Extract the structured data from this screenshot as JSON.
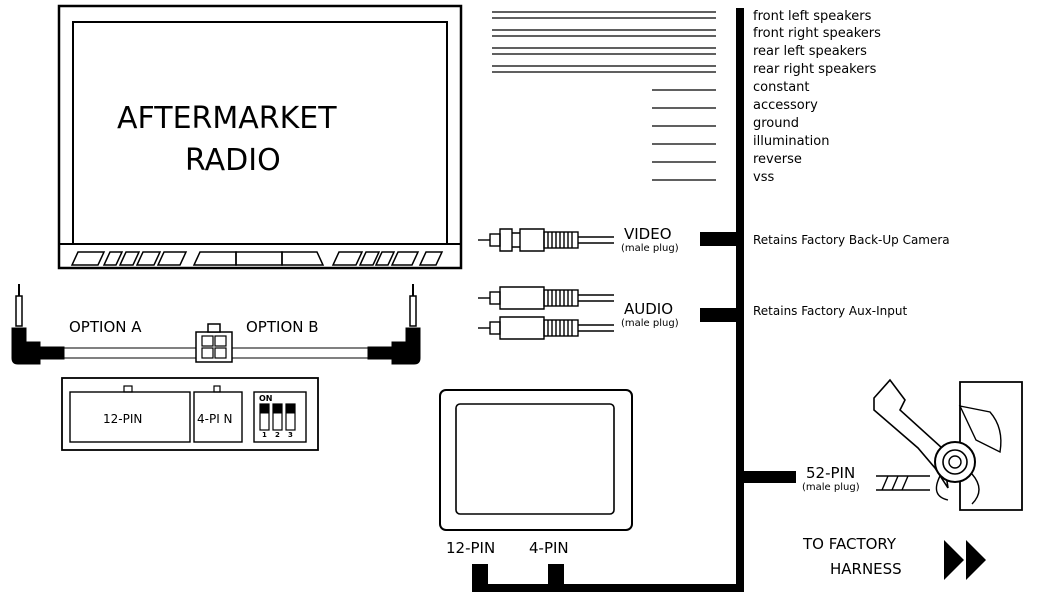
{
  "radio": {
    "line1": "AFTERMARKET",
    "line2": "RADIO"
  },
  "wire_labels": [
    "front left speakers",
    "front right speakers",
    "rear left speakers",
    "rear right speakers",
    "constant",
    "accessory",
    "ground",
    "illumination",
    "reverse",
    "vss"
  ],
  "video": {
    "label": "VIDEO",
    "sub": "(male plug)",
    "note": "Retains Factory Back-Up Camera"
  },
  "audio": {
    "label": "AUDIO",
    "sub": "(male plug)",
    "note": "Retains Factory Aux-Input"
  },
  "options": {
    "a": "OPTION A",
    "b": "OPTION B"
  },
  "module_panel": {
    "port_12": "12-PIN",
    "port_4": "4-PI N",
    "switch_on": "ON",
    "switch_nums": [
      "1",
      "2",
      "3"
    ]
  },
  "harness": {
    "pin52": "52-PIN",
    "pin52_sub": "(male plug)",
    "pin12": "12-PIN",
    "pin4": "4-PIN",
    "to_factory_1": "TO FACTORY",
    "to_factory_2": "HARNESS"
  },
  "colors": {
    "ink": "#000000",
    "background": "#ffffff"
  }
}
